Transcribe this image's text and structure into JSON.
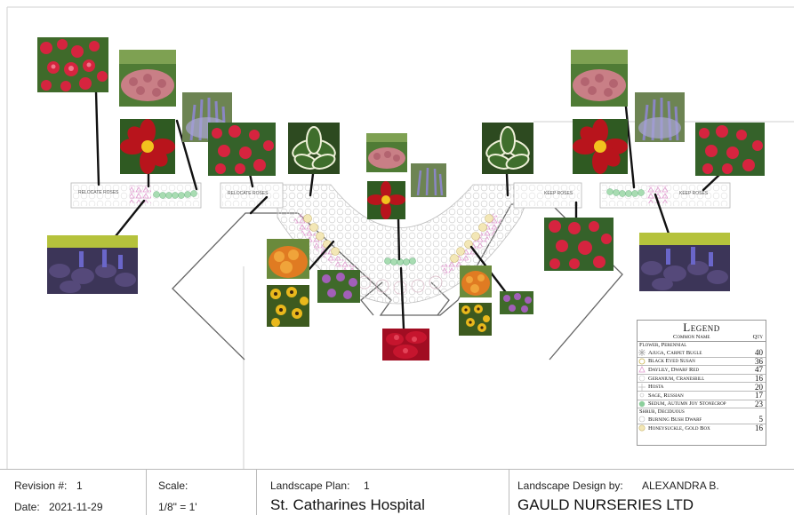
{
  "beds": {
    "left_outer_label": "RELOCATE ROSES",
    "left_inner_label": "RELOCATE ROSES",
    "right_inner_label": "KEEP ROSES",
    "right_outer_label": "KEEP ROSES"
  },
  "legend": {
    "title": "Legend",
    "col_name": "Common Name",
    "col_qty": "Qty",
    "groups": [
      {
        "name": "Flower, Perennial",
        "items": [
          {
            "name": "Ajuga, Carpet Bugle",
            "qty": "40",
            "symbol": "ajuga-symbol"
          },
          {
            "name": "Black Eyed Susan",
            "qty": "36",
            "symbol": "black-eyed-susan-symbol"
          },
          {
            "name": "Daylily, Dwarf Red",
            "qty": "47",
            "symbol": "daylily-symbol"
          },
          {
            "name": "Geranium, Cranesbill",
            "qty": "16",
            "symbol": "geranium-symbol"
          },
          {
            "name": "Hosta",
            "qty": "20",
            "symbol": "hosta-symbol"
          },
          {
            "name": "Sage, Russian",
            "qty": "17",
            "symbol": "sage-symbol"
          },
          {
            "name": "Sedum, Autumn Joy Stonecrop",
            "qty": "23",
            "symbol": "sedum-symbol"
          }
        ]
      },
      {
        "name": "Shrub, Deciduous",
        "items": [
          {
            "name": "Burning Bush Dwarf",
            "qty": "5",
            "symbol": "burning-bush-symbol"
          },
          {
            "name": "Honeysuckle, Gold Box",
            "qty": "16",
            "symbol": "honeysuckle-symbol"
          }
        ]
      }
    ]
  },
  "title_block": {
    "revision_label": "Revision #:",
    "revision_value": "1",
    "date_label": "Date:",
    "date_value": "2021-11-29",
    "scale_label": "Scale:",
    "scale_value": "1/8\" = 1'",
    "plan_label": "Landscape Plan:",
    "plan_value": "1",
    "project_name": "St. Catharines Hospital",
    "designer_label": "Landscape Design by:",
    "designer_name": "ALEXANDRA B.",
    "company_name": "GAULD NURSERIES LTD"
  },
  "colors": {
    "rose": "#d6243f",
    "daylily": "#b8141c",
    "sedum_bloom": "#c97f86",
    "sage": "#8a86c4",
    "hosta_leaf": "#3f6e2c",
    "ajuga_leaf": "#3c3558",
    "black_eyed_susan": "#e9b81c",
    "geranium": "#a25fb8",
    "burning_bush": "#c6152e",
    "honeysuckle": "#d4a736",
    "sedum_symbol": "#8ccf9c",
    "daylily_symbol": "#e5a3c8"
  }
}
